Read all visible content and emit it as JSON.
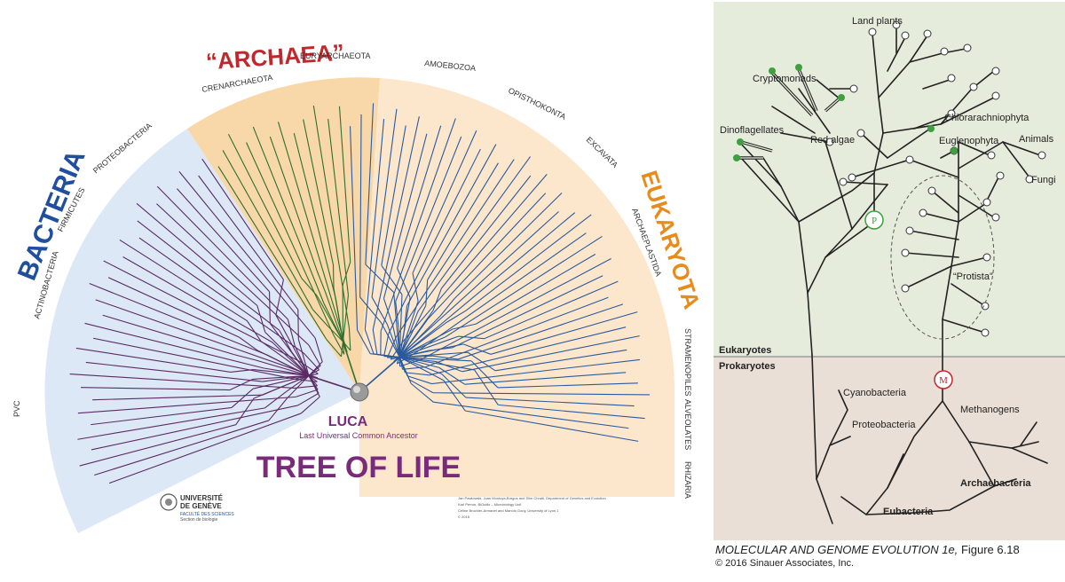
{
  "tree_of_life": {
    "title": "TREE OF LIFE",
    "root_label": "LUCA",
    "root_subtitle": "Last Universal Common Ancestor",
    "domains": {
      "bacteria": "BACTERIA",
      "archaea": "“ARCHAEA”",
      "eukaryota": "EUKARYOTA"
    },
    "groups": {
      "bacteria": [
        "PVC",
        "ACTINOBACTERIA",
        "FIRMICUTES",
        "PROTEOBACTERIA"
      ],
      "archaea": [
        "CRENARCHAEOTA",
        "EURYARCHAEOTA"
      ],
      "eukaryota": [
        "AMOEBOZOA",
        "OPISTHOKONTA",
        "EXCAVATA",
        "ARCHAEPLASTIDA",
        "STRAMENOPILES",
        "ALVEOLATES",
        "RHIZARIA"
      ]
    },
    "university": {
      "name_line1": "UNIVERSITÉ",
      "name_line2": "DE GENÈVE",
      "faculty": "FACULTÉ DES SCIENCES",
      "section": "Section de biologie"
    },
    "credits": [
      "Jan Pawlowski, Juan Montoya-Burgos and Slim Chraiti, Department of Genetics and Evolution",
      "Karl Perron, BiOutils – Microbiology Unit",
      "Céline Brochier-Armanet and Manolo Gouy, University of Lyon 1",
      "© 2015"
    ],
    "colors": {
      "bacteria_fill": "#dde8f7",
      "archaea_fill": "#f8d8a8",
      "eukaryota_fill": "#fde7cc",
      "bacteria_branch": "#5a2a63",
      "archaea_branch": "#2f6f2f",
      "eukaryota_branch": "#2a5a9e",
      "bacteria_title": "#1f4f9e",
      "archaea_title": "#c0282d",
      "eukaryota_title": "#e88b1c",
      "tree_title": "#7a2a7a"
    }
  },
  "evolution_figure": {
    "labels": {
      "land_plants": "Land plants",
      "cryptomonads": "Cryptomonads",
      "dinoflagellates": "Dinoflagellates",
      "red_algae": "Red algae",
      "chlorarachniophyta": "Chlorarachniophyta",
      "euglenophyta": "Euglenophyta",
      "animals": "Animals",
      "fungi": "Fungi",
      "protista": "“Protista”",
      "eukaryotes": "Eukaryotes",
      "prokaryotes": "Prokaryotes",
      "cyanobacteria": "Cyanobacteria",
      "methanogens": "Methanogens",
      "proteobacteria": "Proteobacteria",
      "archaebacteria": "Archaebacteria",
      "eubacteria": "Eubacteria",
      "p_marker": "P",
      "m_marker": "M"
    },
    "caption_title": "MOLECULAR AND GENOME EVOLUTION 1e,",
    "caption_figure": "Figure 6.18",
    "copyright": "© 2016 Sinauer Associates, Inc.",
    "colors": {
      "eukaryote_bg": "#e6ecdc",
      "prokaryote_bg": "#eadfd6",
      "green_dot": "#3fa03f",
      "p_marker": "#3fa03f",
      "m_marker": "#c0282d"
    }
  }
}
